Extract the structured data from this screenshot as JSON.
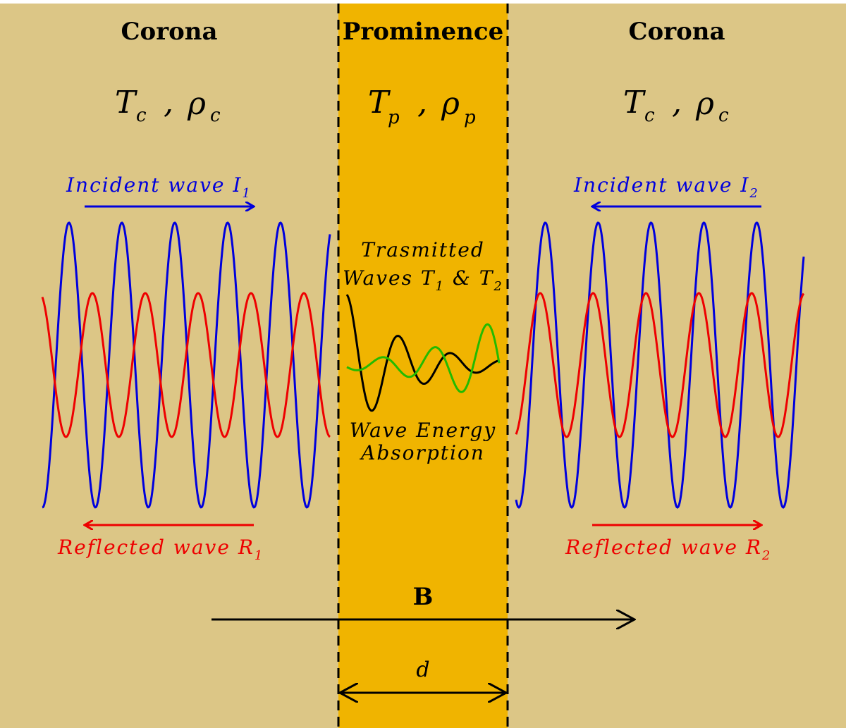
{
  "regions": {
    "left": {
      "title": "Corona",
      "temp_symbol": "T",
      "temp_sub": "c",
      "density_symbol": "ρ",
      "density_sub": "c"
    },
    "middle": {
      "title": "Prominence",
      "temp_symbol": "T",
      "temp_sub": "p",
      "density_symbol": "ρ",
      "density_sub": "p"
    },
    "right": {
      "title": "Corona",
      "temp_symbol": "T",
      "temp_sub": "c",
      "density_symbol": "ρ",
      "density_sub": "c"
    }
  },
  "labels": {
    "incident_left": "Incident wave I",
    "incident_left_sub": "1",
    "incident_right": "Incident wave I",
    "incident_right_sub": "2",
    "reflected_left": "Reflected wave R",
    "reflected_left_sub": "1",
    "reflected_right": "Reflected wave R",
    "reflected_right_sub": "2",
    "transmitted_line1": "Trasmitted",
    "transmitted_line2_a": "Waves T",
    "transmitted_line2_sub1": "1",
    "transmitted_line2_b": " & T",
    "transmitted_line2_sub2": "2",
    "absorption_line1": "Wave Energy",
    "absorption_line2": "Absorption",
    "field": "B",
    "thickness": "d"
  },
  "colors": {
    "corona_bg": "#dcc686",
    "prominence_bg": "#f0b400",
    "incident_wave": "#0000dd",
    "reflected_wave": "#ee0000",
    "transmitted_wave_1": "#000000",
    "transmitted_wave_2": "#22bb00",
    "boundary": "#000000"
  },
  "waves": {
    "incident_periods": 5.3,
    "reflected_periods": 5.3
  }
}
